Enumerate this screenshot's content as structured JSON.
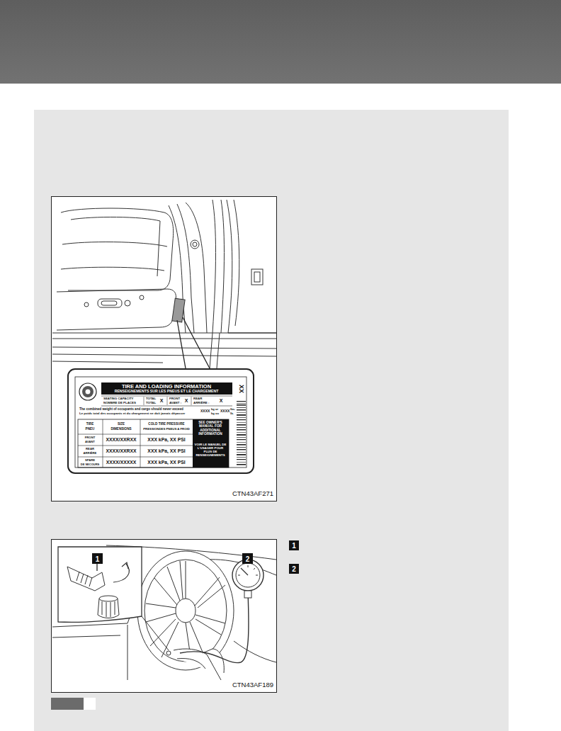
{
  "diagram": {
    "labels": [
      "TIRE AND LOADING INFORMATION",
      "RENSEIGNEMENTS SUR LES PNEUS ET LE CHARGEMENT",
      "XX",
      "SEATING CAPACITY",
      "NOMBRE DE PLACES",
      "TOTAL",
      "TOTAL",
      "X",
      "FRONT",
      "AVANT :",
      "X",
      "REAR",
      "ARRIÈRE :",
      "X",
      "The combined weight of occupants and cargo should never exceed",
      "Le poids total des occupants et du chargement ne doit jamais dépasser",
      "XXXX",
      "kg or",
      "kg ou",
      "XXXX",
      "lbs.",
      "lb.",
      "TIRE",
      "PNEU",
      "SIZE",
      "DIMENSIONS",
      "COLD TIRE PRESSURE",
      "PRESSIONDES PNEUS A FROID",
      "SEE OWNER'S MANUAL FOR ADDITIONAL INFORMATION",
      "VOIR LE MANUEL DE L'USAGER POUR PLUS DE RENSEIGNEMENTS",
      "FRONT",
      "AVANT",
      "XXXX/XXRXX",
      "XXX kPa, XX PSI",
      "REAR",
      "ARRIÈRE",
      "XXXX/XXRXX",
      "XXX kPa, XX PSI",
      "SPARE",
      "DE SECOURS",
      "XXXX/XXXXX",
      "XXX kPa, XX PSI",
      "CTN43AF271",
      "1",
      "2",
      "CTN43AF189",
      "1",
      "2"
    ]
  }
}
